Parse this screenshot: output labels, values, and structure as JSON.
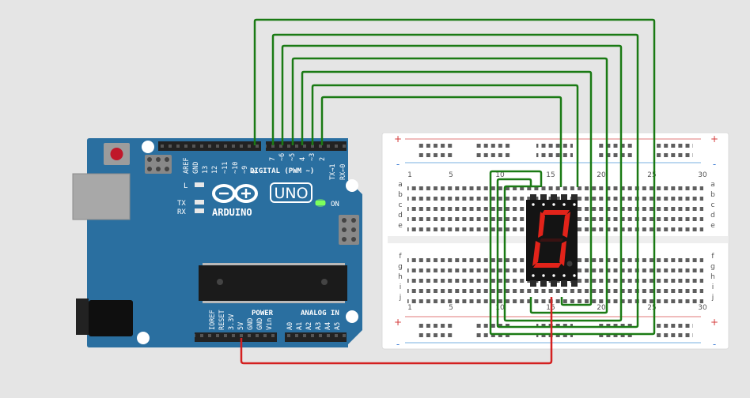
{
  "arduino": {
    "model_label": "UNO",
    "brand_label": "ARDUINO",
    "on_label": "ON",
    "l_label": "L",
    "tx_label": "TX",
    "rx_label": "RX",
    "digital_label": "DIGITAL (PWM ~)",
    "power_label": "POWER",
    "analog_label": "ANALOG IN",
    "top_pins": [
      "AREF",
      "GND",
      "13",
      "12",
      "~11",
      "~10",
      "~9",
      "8",
      "7",
      "~6",
      "~5",
      "4",
      "~3",
      "2",
      "TX→1",
      "RX←0"
    ],
    "bottom_pins": [
      "IOREF",
      "RESET",
      "3.3V",
      "5V",
      "GND",
      "GND",
      "Vin",
      "A0",
      "A1",
      "A2",
      "A3",
      "A4",
      "A5"
    ]
  },
  "breadboard": {
    "column_numbers": [
      "1",
      "5",
      "10",
      "15",
      "20",
      "25",
      "30"
    ],
    "row_letters_top": [
      "a",
      "b",
      "c",
      "d",
      "e"
    ],
    "row_letters_bottom": [
      "f",
      "g",
      "h",
      "i",
      "j"
    ],
    "plus_label": "+",
    "minus_label": "-"
  },
  "display": {
    "digit_shown": "0",
    "segment_color": "#e2231a"
  },
  "colors": {
    "board": "#2a6fa0",
    "wire_green": "#1a7a14",
    "wire_red": "#d42020",
    "led_on": "#7dff5c"
  }
}
